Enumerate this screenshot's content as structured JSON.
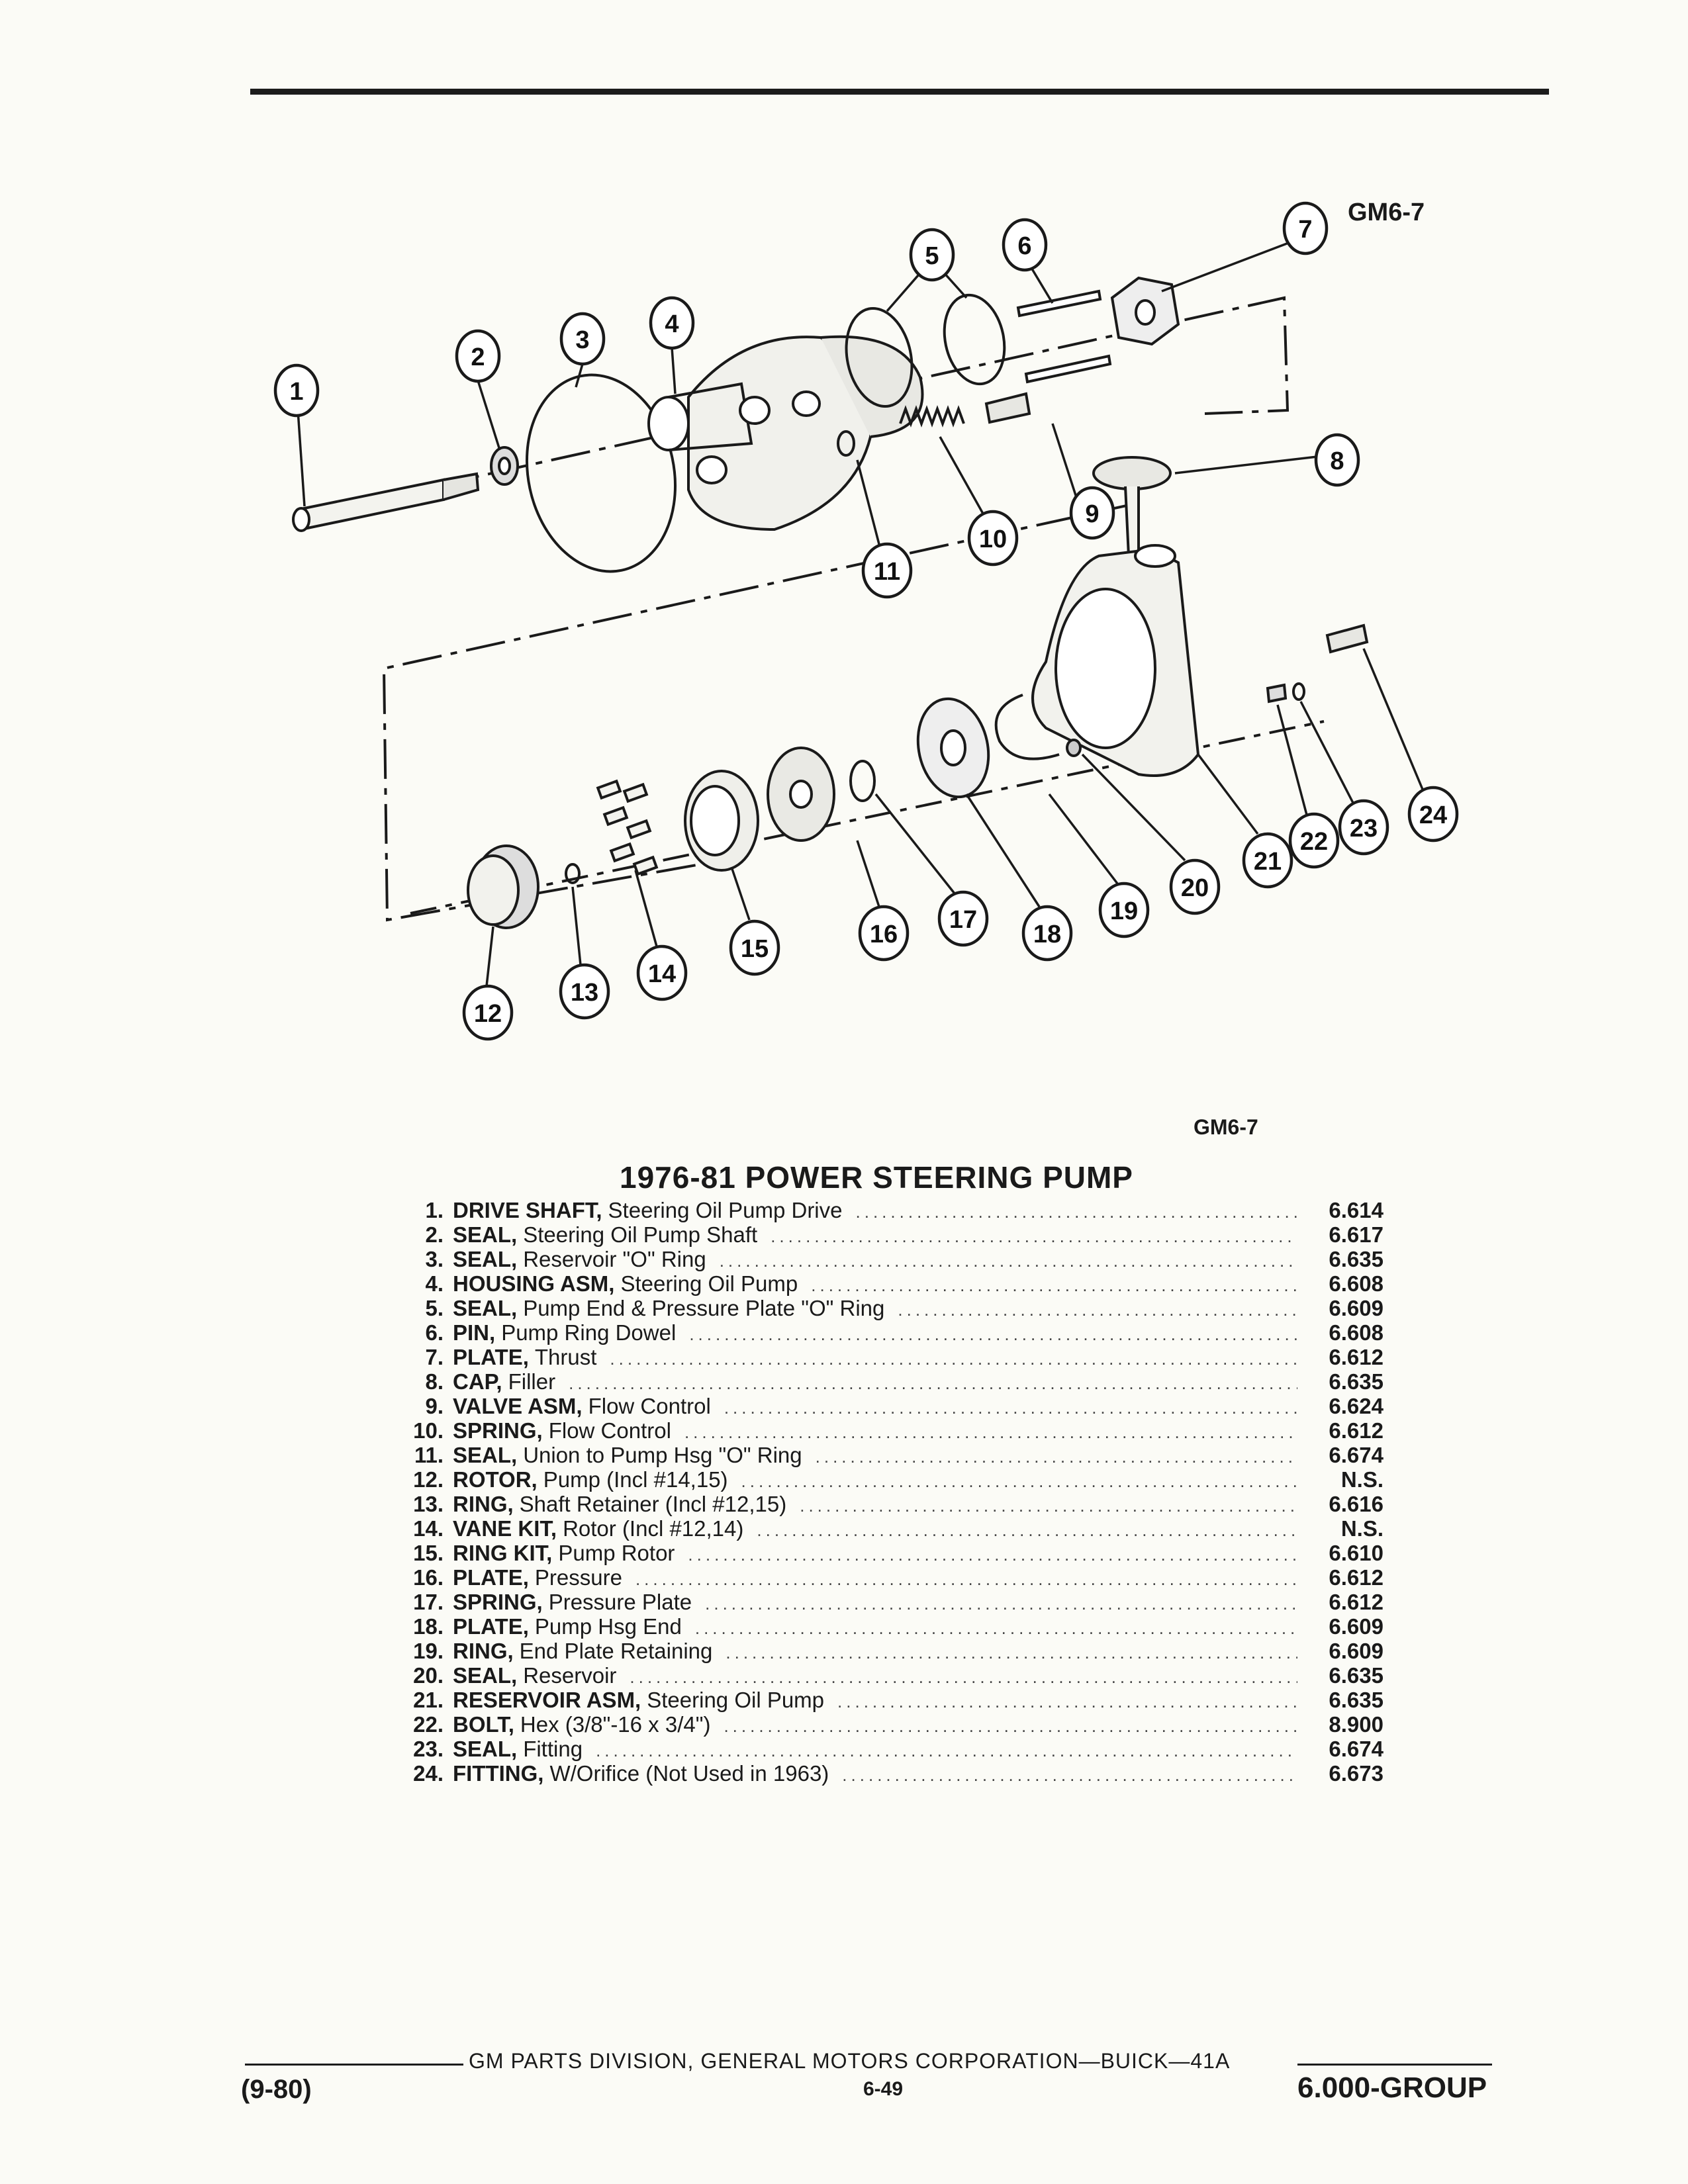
{
  "figure": {
    "code_top": "GM6-7",
    "code_bottom": "GM6-7"
  },
  "callouts": [
    "1",
    "2",
    "3",
    "4",
    "5",
    "6",
    "7",
    "8",
    "9",
    "10",
    "11",
    "12",
    "13",
    "14",
    "15",
    "16",
    "17",
    "18",
    "19",
    "20",
    "21",
    "22",
    "23",
    "24"
  ],
  "title": "1976-81 POWER STEERING PUMP",
  "parts": [
    {
      "num": "1.",
      "name": "DRIVE SHAFT,",
      "desc": "Steering Oil Pump Drive",
      "group": "6.614"
    },
    {
      "num": "2.",
      "name": "SEAL,",
      "desc": "Steering Oil Pump Shaft",
      "group": "6.617"
    },
    {
      "num": "3.",
      "name": "SEAL,",
      "desc": "Reservoir \"O\" Ring",
      "group": "6.635"
    },
    {
      "num": "4.",
      "name": "HOUSING ASM,",
      "desc": "Steering Oil Pump",
      "group": "6.608"
    },
    {
      "num": "5.",
      "name": "SEAL,",
      "desc": "Pump End & Pressure Plate \"O\" Ring",
      "group": "6.609"
    },
    {
      "num": "6.",
      "name": "PIN,",
      "desc": "Pump Ring Dowel",
      "group": "6.608"
    },
    {
      "num": "7.",
      "name": "PLATE,",
      "desc": "Thrust",
      "group": "6.612"
    },
    {
      "num": "8.",
      "name": "CAP,",
      "desc": "Filler",
      "group": "6.635"
    },
    {
      "num": "9.",
      "name": "VALVE ASM,",
      "desc": "Flow Control",
      "group": "6.624"
    },
    {
      "num": "10.",
      "name": "SPRING,",
      "desc": "Flow Control",
      "group": "6.612"
    },
    {
      "num": "11.",
      "name": "SEAL,",
      "desc": "Union to Pump Hsg \"O\" Ring",
      "group": "6.674"
    },
    {
      "num": "12.",
      "name": "ROTOR,",
      "desc": "Pump (Incl #14,15)",
      "group": "N.S."
    },
    {
      "num": "13.",
      "name": "RING,",
      "desc": "Shaft Retainer (Incl #12,15)",
      "group": "6.616"
    },
    {
      "num": "14.",
      "name": "VANE KIT,",
      "desc": "Rotor (Incl #12,14)",
      "group": "N.S."
    },
    {
      "num": "15.",
      "name": "RING KIT,",
      "desc": "Pump Rotor",
      "group": "6.610"
    },
    {
      "num": "16.",
      "name": "PLATE,",
      "desc": "Pressure",
      "group": "6.612"
    },
    {
      "num": "17.",
      "name": "SPRING,",
      "desc": "Pressure Plate",
      "group": "6.612"
    },
    {
      "num": "18.",
      "name": "PLATE,",
      "desc": "Pump Hsg End",
      "group": "6.609"
    },
    {
      "num": "19.",
      "name": "RING,",
      "desc": "End Plate Retaining",
      "group": "6.609"
    },
    {
      "num": "20.",
      "name": "SEAL,",
      "desc": "Reservoir",
      "group": "6.635"
    },
    {
      "num": "21.",
      "name": "RESERVOIR ASM,",
      "desc": "Steering Oil Pump",
      "group": "6.635"
    },
    {
      "num": "22.",
      "name": "BOLT,",
      "desc": "Hex (3/8\"-16 x 3/4\")",
      "group": "8.900"
    },
    {
      "num": "23.",
      "name": "SEAL,",
      "desc": "Fitting",
      "group": "6.674"
    },
    {
      "num": "24.",
      "name": "FITTING,",
      "desc": "W/Orifice (Not Used in 1963)",
      "group": "6.673"
    }
  ],
  "footer": {
    "corporation": "GM PARTS DIVISION, GENERAL MOTORS CORPORATION—BUICK—41A",
    "date": "(9-80)",
    "page": "6-49",
    "group": "6.000-GROUP"
  }
}
